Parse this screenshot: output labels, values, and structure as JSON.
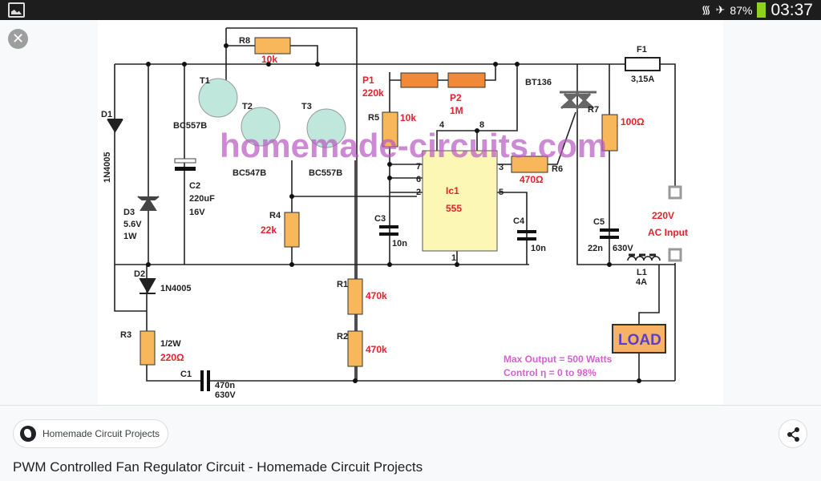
{
  "status_bar": {
    "battery": "87%",
    "time": "03:37",
    "battery_level": 0.87,
    "icons": [
      "gallery-icon",
      "wifi-icon",
      "airplane-icon",
      "battery-icon"
    ]
  },
  "viewer": {
    "close_icon": "close-icon"
  },
  "diagram": {
    "watermark": "homemade-circuits.com",
    "r8": "R8",
    "r8_val": "10k",
    "t1": "T1",
    "t2": "T2",
    "t3": "T3",
    "t1_part": "BC557B",
    "t2_part": "BC547B",
    "t3_part": "BC557B",
    "d1": "D1",
    "d1_part": "1N4005",
    "d3": "D3",
    "d3_v": "5.6V",
    "d3_w": "1W",
    "c2": "C2",
    "c2_val": "220uF",
    "c2_v": "16V",
    "d2": "D2",
    "d2_part": "1N4005",
    "r3": "R3",
    "r3_w": "1/2W",
    "r3_val": "220Ω",
    "c1": "C1",
    "c1_val": "470n",
    "c1_v": "630V",
    "r4": "R4",
    "r4_val": "22k",
    "r1": "R1",
    "r1_val": "470k",
    "r2": "R2",
    "r2_val": "470k",
    "p1": "P1",
    "p1_val": "220k",
    "p2": "P2",
    "p2_val": "1M",
    "r5": "R5",
    "r5_val": "10k",
    "ic_name": "Ic1",
    "ic_part": "555",
    "pins": [
      "4",
      "8",
      "7",
      "6",
      "2",
      "3",
      "5",
      "1"
    ],
    "c3": "C3",
    "c3_val": "10n",
    "c4": "C4",
    "c4_val": "10n",
    "r6": "R6",
    "r6_val": "470Ω",
    "triac": "BT136",
    "r7": "R7",
    "r7_val": "100Ω",
    "c5": "C5",
    "c5_val": "22n",
    "c5_v": "630V",
    "f1": "F1",
    "f1_val": "3,15A",
    "l1": "L1",
    "l1_val": "4A",
    "input_v": "220V",
    "input_label": "AC Input",
    "load": "LOAD",
    "note1": "Max Output = 500 Watts",
    "note2": "Control η = 0 to 98%"
  },
  "source_chip": {
    "label": "Homemade Circuit Projects"
  },
  "share": {
    "icon": "share-icon"
  },
  "page_title": "PWM Controlled Fan Regulator Circuit - Homemade Circuit Projects"
}
